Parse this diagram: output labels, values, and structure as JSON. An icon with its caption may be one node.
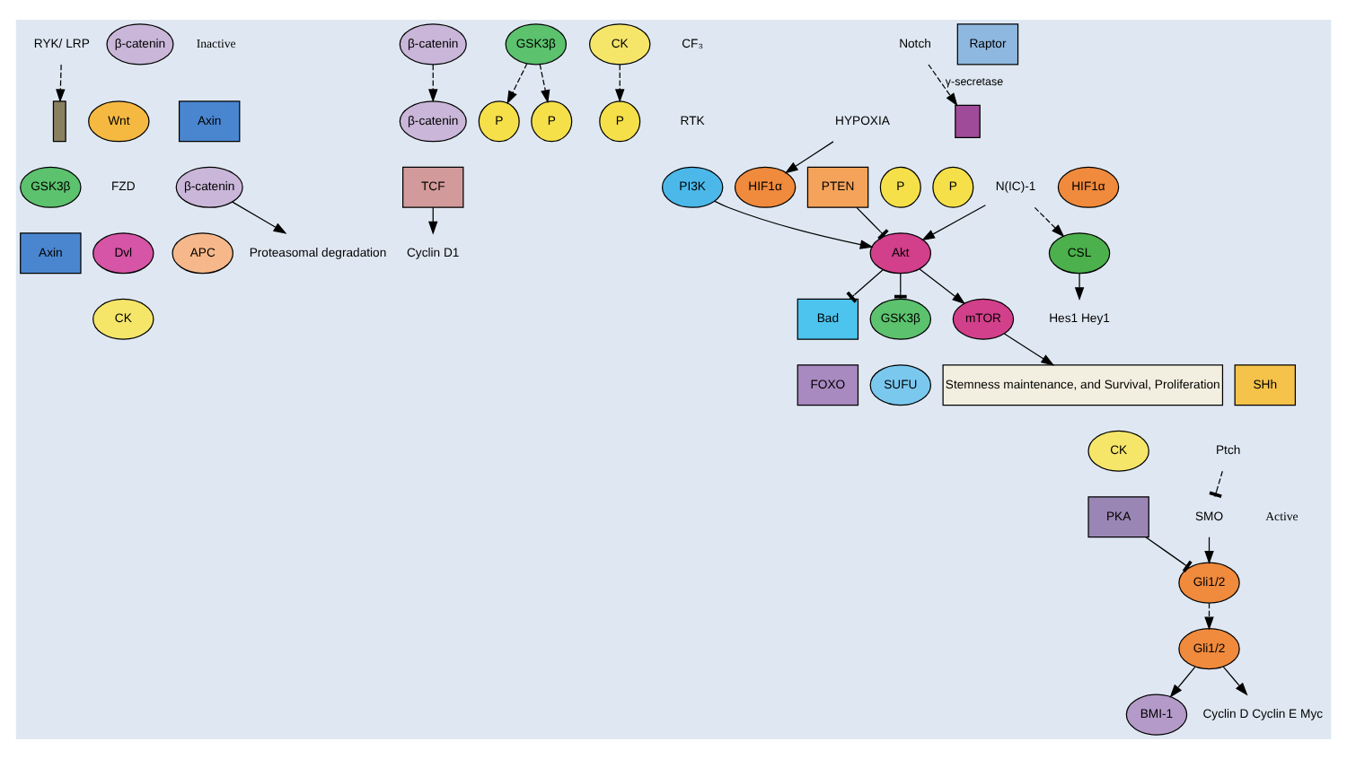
{
  "diagram": {
    "nodes": [
      {
        "text": [
          "RYK/ LRP"
        ]
      },
      {
        "text": [],
        "shape": "bar"
      },
      {
        "text": [
          "Wnt"
        ]
      },
      {
        "text": [
          "FZD"
        ]
      },
      {
        "text": [
          "GSK3β"
        ]
      },
      {
        "text": [
          "Axin"
        ]
      },
      {
        "text": [
          "CK"
        ]
      },
      {
        "text": [
          "Dvl"
        ]
      },
      {
        "text": [
          "β-catenin"
        ]
      },
      {
        "text": [
          "β-catenin"
        ]
      },
      {
        "text": [
          "GSK3β"
        ]
      },
      {
        "text": [
          "Axin"
        ]
      },
      {
        "text": [
          "CK"
        ]
      },
      {
        "text": [
          "β-catenin"
        ]
      },
      {
        "text": [
          "APC"
        ]
      },
      {
        "text": [
          "P"
        ]
      },
      {
        "text": [
          "P"
        ]
      },
      {
        "text": [
          "P"
        ]
      },
      {
        "text": [
          "Proteasomal degradation"
        ]
      },
      {
        "text": [
          "HYPOXIA"
        ]
      },
      {
        "text": [
          "HIF1α"
        ]
      },
      {
        "text": [
          "Notch"
        ]
      },
      {
        "text": [],
        "shape": "box"
      },
      {
        "text": [
          "N(IC)-1"
        ]
      },
      {
        "text": [
          "CF₃"
        ]
      },
      {
        "text": [
          "RTK"
        ]
      },
      {
        "text": [
          "PI3K"
        ]
      },
      {
        "text": [
          "PTEN"
        ]
      },
      {
        "text": [
          "Akt"
        ]
      },
      {
        "text": [
          "P"
        ]
      },
      {
        "text": [
          "P"
        ]
      },
      {
        "text": [
          "Raptor"
        ]
      },
      {
        "text": [
          "mTOR"
        ]
      },
      {
        "text": [
          "Stemness maintenance, and Survival, Proliferation"
        ]
      },
      {
        "text": [
          "Bad"
        ]
      },
      {
        "text": [
          "FOXO"
        ]
      },
      {
        "text": [
          "SHh"
        ]
      },
      {
        "text": [
          "Ptch"
        ]
      },
      {
        "text": [
          "SMO"
        ]
      },
      {
        "text": [
          "GSK3β"
        ]
      },
      {
        "text": [
          "SUFU"
        ]
      },
      {
        "text": [
          "CK"
        ]
      },
      {
        "text": [
          "PKA"
        ]
      },
      {
        "text": [
          "Gli1/2"
        ]
      },
      {
        "text": [
          "β-catenin"
        ]
      },
      {
        "text": [
          "TCF"
        ]
      },
      {
        "text": [
          "Cyclin D1"
        ]
      },
      {
        "text": [
          "HIF1α"
        ]
      },
      {
        "text": [
          "CSL"
        ]
      },
      {
        "text": [
          "Hes1 Hey1"
        ]
      },
      {
        "text": [
          "BMI-1"
        ]
      },
      {
        "text": [
          "Gli1/2"
        ]
      },
      {
        "text": [
          "Cyclin D Cyclin E Myc"
        ]
      }
    ],
    "edges": [
      {
        "from": 0,
        "to": 1,
        "arrow": "to",
        "style": "dashed"
      },
      {
        "from": 21,
        "to": 22,
        "arrow": "to",
        "style": "dashed",
        "label": "γ-secretase"
      },
      {
        "from": 19,
        "to": 20,
        "arrow": "to"
      },
      {
        "from": 9,
        "to": 44,
        "arrow": "to",
        "style": "dashed"
      },
      {
        "from": 23,
        "to": 48,
        "arrow": "to",
        "style": "dashed"
      },
      {
        "from": 23,
        "to": 28,
        "arrow": "to"
      },
      {
        "from": 26,
        "to": 28,
        "arrow": "to"
      },
      {
        "from": 27,
        "to": 28,
        "arrow": "other"
      },
      {
        "from": 28,
        "to": 32,
        "arrow": "to"
      },
      {
        "from": 32,
        "to": 33,
        "arrow": "to"
      },
      {
        "from": 28,
        "to": 34,
        "arrow": "other"
      },
      {
        "from": 28,
        "to": 39,
        "arrow": "other"
      },
      {
        "from": 37,
        "to": 38,
        "arrow": "other",
        "style": "dashed"
      },
      {
        "from": 38,
        "to": 43,
        "arrow": "to"
      },
      {
        "from": 42,
        "to": 43,
        "arrow": "other"
      },
      {
        "from": 43,
        "to": 51,
        "arrow": "to",
        "style": "dashed"
      },
      {
        "from": 51,
        "to": 50,
        "arrow": "to"
      },
      {
        "from": 51,
        "to": 52,
        "arrow": "to"
      },
      {
        "from": 45,
        "to": 46,
        "arrow": "to"
      },
      {
        "from": 48,
        "to": 49,
        "arrow": "to"
      },
      {
        "from": 13,
        "to": 18,
        "arrow": "to"
      },
      {
        "from": 12,
        "to": 17,
        "arrow": "to",
        "style": "dashed"
      },
      {
        "from": 10,
        "to": 15,
        "arrow": "to",
        "style": "dashed"
      },
      {
        "from": 10,
        "to": 16,
        "arrow": "to",
        "style": "dashed"
      }
    ],
    "labels": [
      "Inactive",
      "Active"
    ]
  }
}
